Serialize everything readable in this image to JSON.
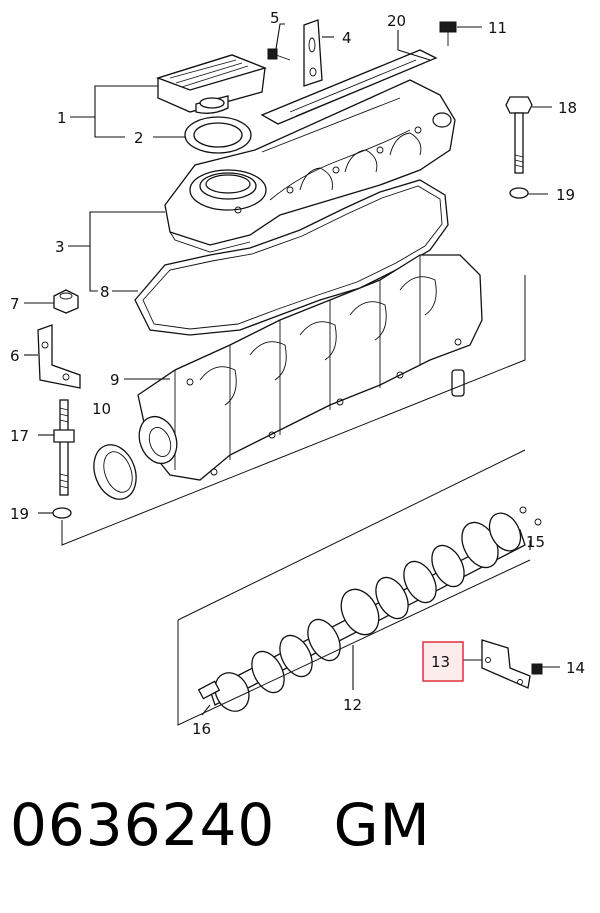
{
  "callouts": [
    {
      "id": "1",
      "label": "1"
    },
    {
      "id": "2",
      "label": "2"
    },
    {
      "id": "3",
      "label": "3"
    },
    {
      "id": "4",
      "label": "4"
    },
    {
      "id": "5",
      "label": "5"
    },
    {
      "id": "6",
      "label": "6"
    },
    {
      "id": "7",
      "label": "7"
    },
    {
      "id": "8",
      "label": "8"
    },
    {
      "id": "9",
      "label": "9"
    },
    {
      "id": "10",
      "label": "10"
    },
    {
      "id": "11",
      "label": "11"
    },
    {
      "id": "12",
      "label": "12"
    },
    {
      "id": "13",
      "label": "13"
    },
    {
      "id": "14",
      "label": "14"
    },
    {
      "id": "15",
      "label": "15"
    },
    {
      "id": "16",
      "label": "16"
    },
    {
      "id": "17",
      "label": "17"
    },
    {
      "id": "18",
      "label": "18"
    },
    {
      "id": "19a",
      "label": "19"
    },
    {
      "id": "19b",
      "label": "19"
    },
    {
      "id": "20",
      "label": "20"
    }
  ],
  "highlight": {
    "label": "13",
    "color": "#e0303a"
  },
  "footer": {
    "part_number": "0636240",
    "brand": "GM",
    "text": "0636240   GM"
  }
}
